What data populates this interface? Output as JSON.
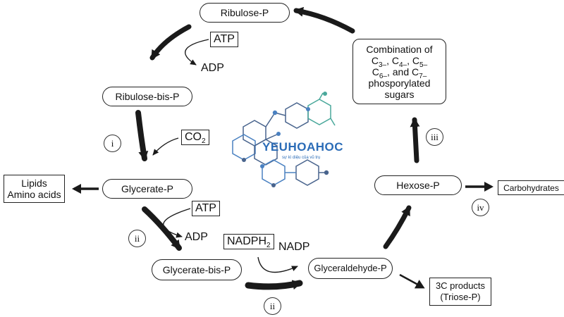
{
  "nodes": {
    "ribulose_p": "Ribulose-P",
    "ribulose_bis_p": "Ribulose-bis-P",
    "glycerate_p": "Glycerate-P",
    "glycerate_bis_p": "Glycerate-bis-P",
    "glyceraldehyde_p": "Glyceraldehyde-P",
    "hexose_p": "Hexose-P",
    "combination_line1": "Combination of",
    "combination_line2": "phosporylated",
    "combination_line3": "sugars",
    "lipids": "Lipids",
    "amino_acids": "Amino acids",
    "carbohydrates": "Carbohydrates",
    "products_line1": "3C products",
    "products_line2": "(Triose-P)"
  },
  "combination_formula": {
    "c": "C",
    "s3": "3–",
    "s4": "4–",
    "s5": "5–",
    "s6": "6–",
    "s7": "7–",
    "sep": ", ",
    "and": ", and "
  },
  "cofactors": {
    "atp_top": "ATP",
    "adp_top": "ADP",
    "co2": "CO",
    "co2_sub": "2",
    "atp_mid": "ATP",
    "adp_mid": "ADP",
    "nadph": "NADPH",
    "nadph_sub": "2",
    "nadp": "NADP"
  },
  "steps": {
    "i": "i",
    "ii_left": "ii",
    "ii_bottom": "ii",
    "iii": "iii",
    "iv": "iv"
  },
  "watermark": {
    "main": "YEUHOAHOC",
    "sub": "sự kì diệu của vũ trụ"
  },
  "colors": {
    "line": "#1a1a1a",
    "watermark_blue": "#2b6cb7",
    "watermark_dark": "#2a4a7a"
  }
}
